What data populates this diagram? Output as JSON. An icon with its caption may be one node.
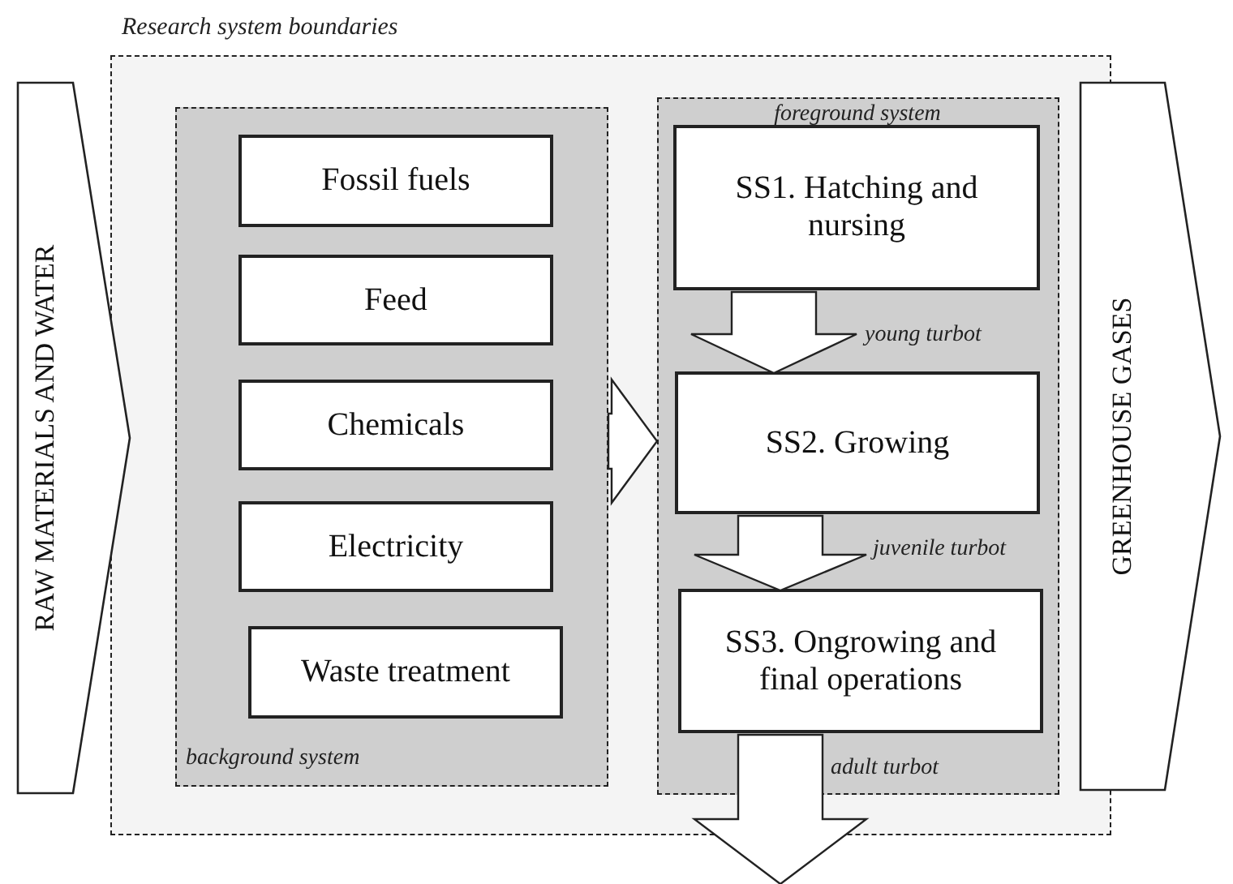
{
  "diagram": {
    "nodes": [
      {
        "text": [
          "Research system boundaries"
        ]
      },
      {
        "text": [
          "background system"
        ],
        "in": 0
      },
      {
        "text": [
          "Fossil fuels"
        ],
        "in": 1
      },
      {
        "text": [
          "Feed"
        ],
        "in": 1
      },
      {
        "text": [
          "Chemicals"
        ],
        "in": 1
      },
      {
        "text": [
          "Electricity"
        ],
        "in": 1
      },
      {
        "text": [
          "Waste treatment"
        ],
        "in": 1
      },
      {
        "text": [
          "foreground system"
        ],
        "in": 0
      },
      {
        "text": [
          "SS1. Hatching and nursing"
        ],
        "in": 7
      },
      {
        "text": [
          "SS2. Growing"
        ],
        "in": 7
      },
      {
        "text": [
          "SS3. Ongrowing and final operations"
        ],
        "in": 7
      },
      {
        "text": [
          "RAW MATERIALS AND WATER"
        ]
      },
      {
        "text": [
          "GREENHOUSE GASES"
        ]
      }
    ],
    "edges": [
      {
        "from": 1,
        "to": 7,
        "arrow": "to"
      },
      {
        "from": 8,
        "to": 9,
        "arrow": "to",
        "label": "young turbot"
      },
      {
        "from": 9,
        "to": 10,
        "arrow": "to",
        "label": "juvenile turbot"
      },
      {
        "from": 10,
        "to": null,
        "arrow": "to",
        "label": "adult turbot"
      }
    ]
  }
}
